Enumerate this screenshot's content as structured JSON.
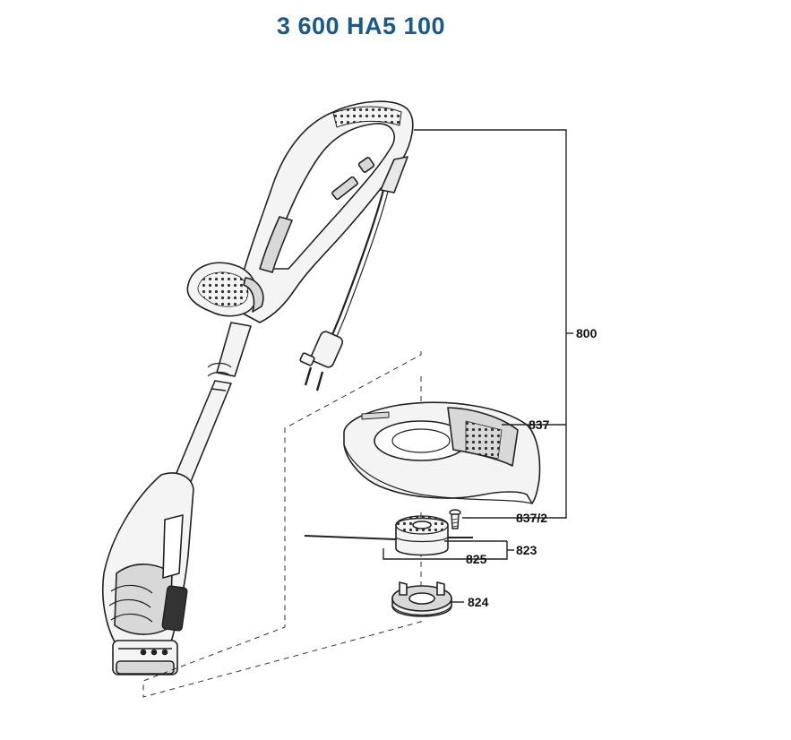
{
  "title": "3 600 HA5 100",
  "colors": {
    "title": "#1a5a8a",
    "line": "#222222",
    "fill": "#f4f4f4",
    "shade": "#d8d8d8"
  },
  "parts": [
    {
      "id": "800",
      "label": "800",
      "name": "trimmer-assembly"
    },
    {
      "id": "837",
      "label": "837",
      "name": "guard-hood"
    },
    {
      "id": "837_2",
      "label": "837/2",
      "name": "guard-screw"
    },
    {
      "id": "823",
      "label": "823",
      "name": "spool-assembly"
    },
    {
      "id": "825",
      "label": "825",
      "name": "line-spool"
    },
    {
      "id": "824",
      "label": "824",
      "name": "spool-cap"
    }
  ]
}
